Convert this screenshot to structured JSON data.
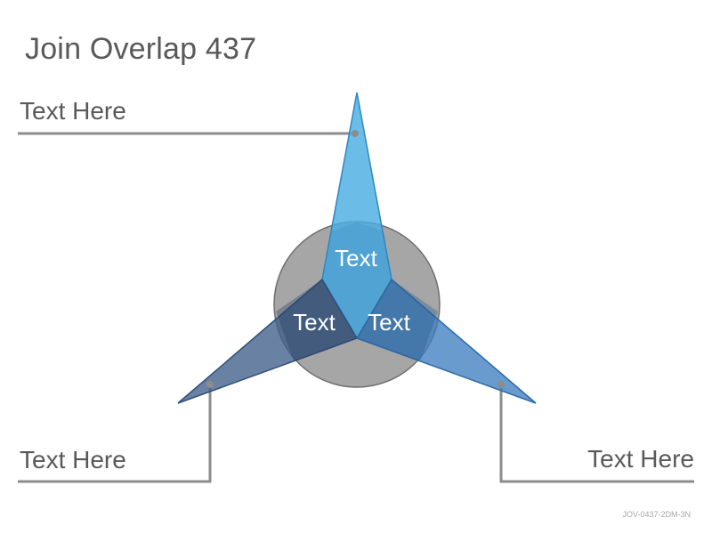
{
  "title": "Join Overlap 437",
  "labels": {
    "top": "Text Here",
    "bottom_left": "Text Here",
    "bottom_right": "Text Here"
  },
  "inner_labels": {
    "top": "Text",
    "left": "Text",
    "right": "Text"
  },
  "code": "JOV-0437-2DM-3N",
  "colors": {
    "circle": "#a6a6a6",
    "blade_top": "#4aaee3",
    "blade_left": "#3f5f8a",
    "blade_right": "#3f7fc0",
    "connector": "#8c8c8c",
    "text": "#595959"
  }
}
